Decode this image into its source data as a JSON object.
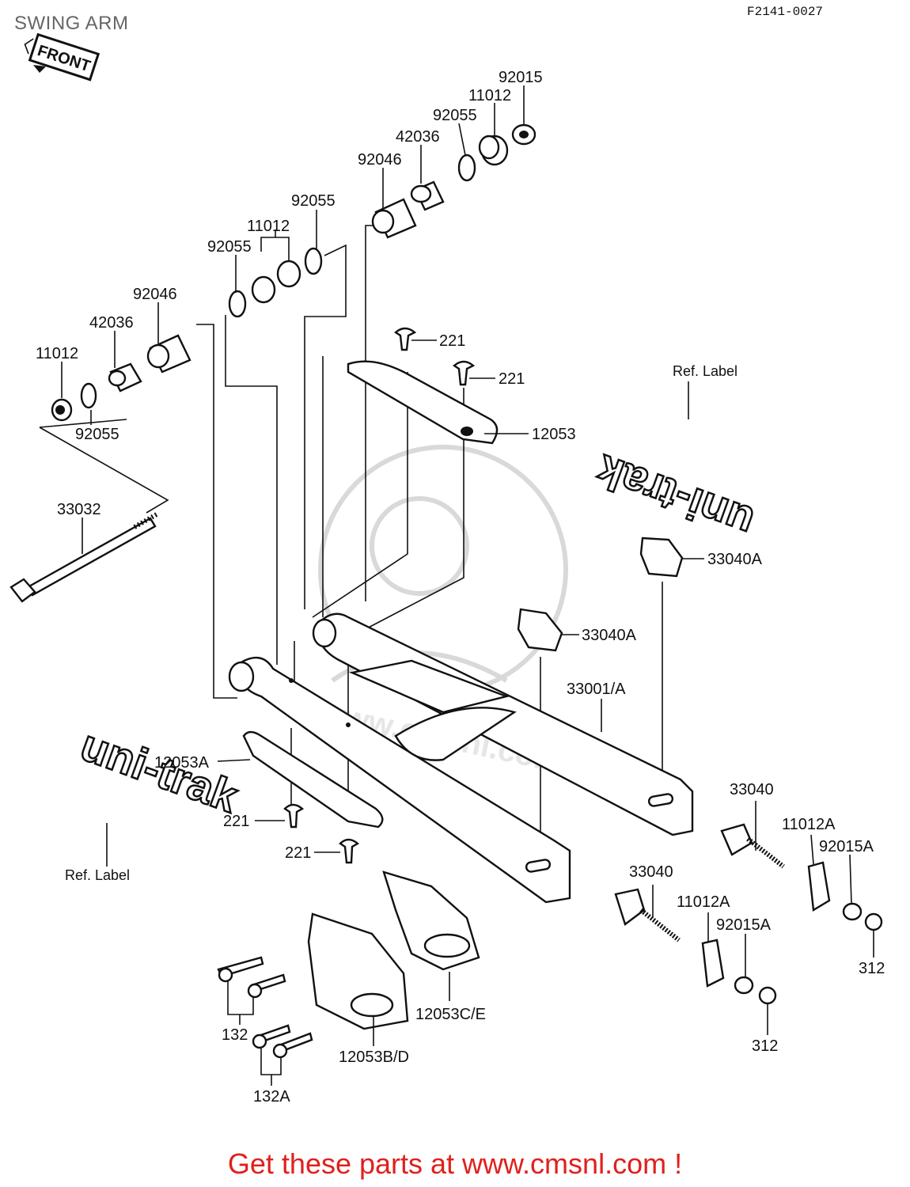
{
  "title": "SWING ARM",
  "diagram_code": "F2141-0027",
  "front_label": "FRONT",
  "watermark": "www.cmsnl.com",
  "decals": {
    "top_ref_label": "Ref. Label",
    "top_decal_text": "uni-trak",
    "bottom_ref_label": "Ref. Label",
    "bottom_decal_text": "uni-trak"
  },
  "footer_text": "Get these parts at www.cmsnl.com !",
  "colors": {
    "footer": "#e0201c",
    "title": "#666666",
    "lines": "#111111"
  },
  "parts": [
    "92015",
    "11012",
    "92055",
    "42036",
    "92046",
    "92055",
    "11012",
    "92055",
    "92046",
    "42036",
    "11012",
    "92055",
    "221",
    "221",
    "12053",
    "33032",
    "33040A",
    "33040A",
    "33001/A",
    "12053A",
    "221",
    "221",
    "33040",
    "11012A",
    "92015A",
    "33040",
    "11012A",
    "92015A",
    "312",
    "312",
    "12053C/E",
    "12053B/D",
    "132",
    "132A"
  ]
}
